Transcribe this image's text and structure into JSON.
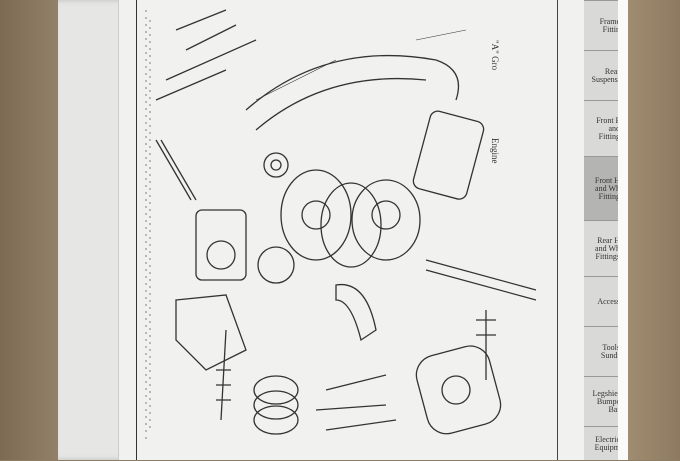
{
  "page": {
    "labels": {
      "engine": "Engine",
      "group": "\"A\" Gro"
    },
    "tabs": [
      {
        "label": "Frame\nFittin"
      },
      {
        "label": "Rear\nSuspensi"
      },
      {
        "label": "Front F\nand\nFitting"
      },
      {
        "label": "Front H\nand Wh\nFitting"
      },
      {
        "label": "Rear H\nand Wh\nFittings"
      },
      {
        "label": "Access"
      },
      {
        "label": "Tools\nSundr"
      },
      {
        "label": "Legshiel\nBumpe\nBar"
      },
      {
        "label": "Electric\nEquipm"
      }
    ]
  },
  "colors": {
    "table": "#8f7d63",
    "paper": "#f1f1ef",
    "ink": "#333333"
  }
}
